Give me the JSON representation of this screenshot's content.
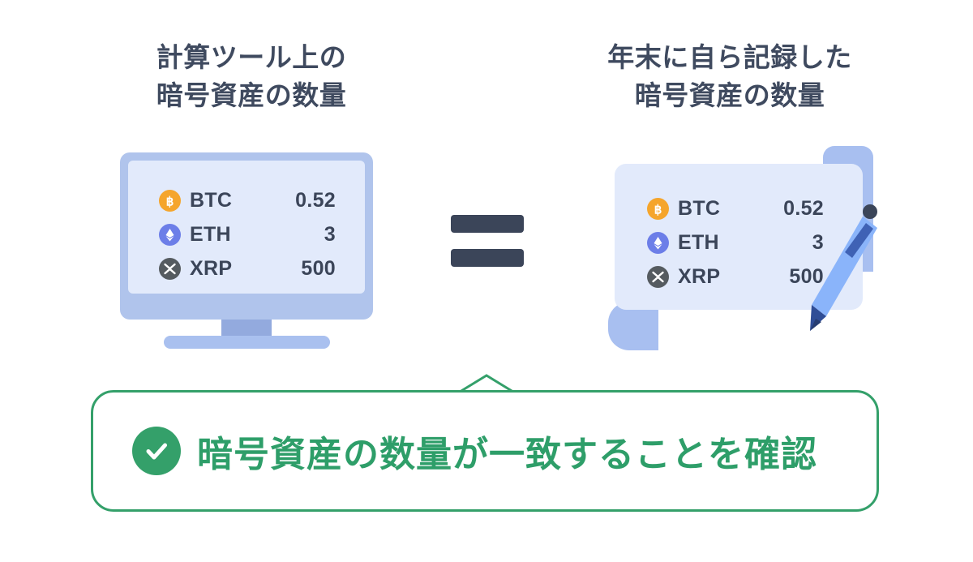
{
  "page": {
    "background": "#ffffff",
    "text_color": "#3f4a5f"
  },
  "columns": {
    "left": {
      "title": "計算ツール上の\n暗号資産の数量",
      "device": "monitor",
      "holdings": [
        {
          "symbol": "BTC",
          "amount": "0.52",
          "icon": "bitcoin-icon",
          "color": "#f5a52c"
        },
        {
          "symbol": "ETH",
          "amount": "3",
          "icon": "ethereum-icon",
          "color": "#6c7ee8"
        },
        {
          "symbol": "XRP",
          "amount": "500",
          "icon": "xrp-icon",
          "color": "#555b60"
        }
      ]
    },
    "right": {
      "title": "年末に自ら記録した\n暗号資産の数量",
      "device": "paper-scroll",
      "holdings": [
        {
          "symbol": "BTC",
          "amount": "0.52",
          "icon": "bitcoin-icon",
          "color": "#f5a52c"
        },
        {
          "symbol": "ETH",
          "amount": "3",
          "icon": "ethereum-icon",
          "color": "#6c7ee8"
        },
        {
          "symbol": "XRP",
          "amount": "500",
          "icon": "xrp-icon",
          "color": "#555b60"
        }
      ]
    }
  },
  "operator": {
    "symbol": "=",
    "name": "equals-sign",
    "color": "#3b4559"
  },
  "callout": {
    "text": "暗号資産の数量が一致することを確認",
    "icon": "check-circle-icon",
    "accent_color": "#34a06a",
    "text_color": "#2e9e69"
  },
  "palette": {
    "monitor_bezel": "#b0c4ec",
    "monitor_screen": "#e2eafb",
    "monitor_neck": "#93aade",
    "monitor_base": "#a9c0ef",
    "paper": "#e2eafb",
    "paper_curl": "#a8bff0",
    "pen_body": "#8ab4fa",
    "pen_clip": "#3f62b5",
    "pen_tip": "#2f4d96",
    "pen_button": "#3b4559"
  }
}
